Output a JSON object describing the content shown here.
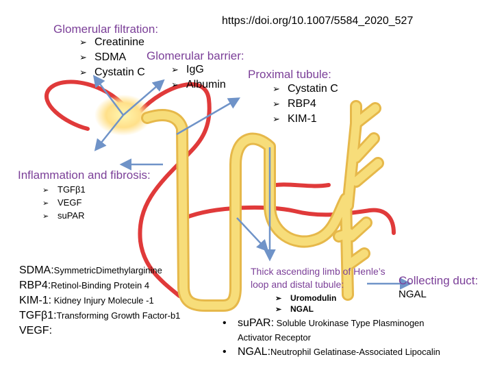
{
  "doi": "https://doi.org/10.1007/5584_2020_527",
  "groups": {
    "glomerular_filtration": {
      "title": "Glomerular filtration:",
      "items": [
        "Creatinine",
        "SDMA",
        "Cystatin C"
      ]
    },
    "glomerular_barrier": {
      "title": "Glomerular barrier:",
      "items": [
        "IgG",
        "Albumin"
      ]
    },
    "proximal_tubule": {
      "title": "Proximal tubule:",
      "items": [
        "Cystatin C",
        "RBP4",
        "KIM-1"
      ]
    },
    "inflammation": {
      "title": "Inflammation and fibrosis:",
      "items": [
        "TGFβ1",
        "VEGF",
        "suPAR"
      ]
    },
    "thick_ascending": {
      "title_line1": "Thick ascending limb of Henle’s",
      "title_line2": "loop and distal tubule:",
      "items": [
        "Uromodulin",
        "NGAL"
      ]
    },
    "collecting_duct": {
      "title": "Collecting duct:",
      "items": [
        "NGAL"
      ]
    }
  },
  "abbreviations": [
    {
      "key": "SDMA:",
      "value": "SymmetricDimethylarginine"
    },
    {
      "key": "RBP4:",
      "value": "Retinol-Binding Protein 4"
    },
    {
      "key": "KIM-1:",
      "value": " Kidney Injury Molecule -1"
    },
    {
      "key": "TGFβ1:",
      "value": "Transforming Growth Factor-b1"
    },
    {
      "key": "VEGF:",
      "value": ""
    }
  ],
  "bottom_notes": [
    {
      "key": "suPAR:",
      "value_line1": " Soluble Urokinase Type Plasminogen",
      "value_line2": "Activator Receptor"
    },
    {
      "key": "NGAL:",
      "value_line1": "Neutrophil Gelatinase-Associated Lipocalin"
    }
  ],
  "colors": {
    "heading": "#7b3f98",
    "vessel": "#e03a3a",
    "tubule": "#f7dd7a",
    "tubule_edge": "#e6b84a",
    "arrow": "#6f93c8"
  }
}
